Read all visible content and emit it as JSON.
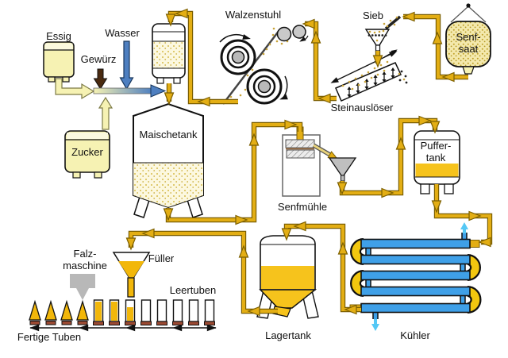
{
  "diagram": {
    "labels": {
      "essig": "Essig",
      "wasser": "Wasser",
      "gewuerz": "Gewürz",
      "zucker": "Zucker",
      "maischetank": "Maischetank",
      "walzenstuhl": "Walzenstuhl",
      "sieb": "Sieb",
      "senfsaat1": "Senf-",
      "senfsaat2": "saat",
      "steinausloeser": "Steinauslöser",
      "senfmuehle": "Senfmühle",
      "puffertank1": "Puffer-",
      "puffertank2": "tank",
      "kuehler": "Kühler",
      "lagertank": "Lagertank",
      "fueller": "Füller",
      "falzmaschine1": "Falz-",
      "falzmaschine2": "maschine",
      "leertuben": "Leertuben",
      "fertigetuben": "Fertige Tuben"
    },
    "colors": {
      "pipe": "#E3AE14",
      "pipe_outline": "#7C5F00",
      "liquid_gold": "#F6C31C",
      "cream": "#F6F2B3",
      "seed_fill": "#FCF8E0",
      "water_arrow_blue": "#4E7FC0",
      "cooler_tube_blue": "#3FA0E8",
      "coolant_light_blue": "#55C8F5",
      "spice_brown": "#4A2A10",
      "tube_cap_brown": "#9C4A33",
      "machine_gray": "#BFBFBF"
    }
  }
}
